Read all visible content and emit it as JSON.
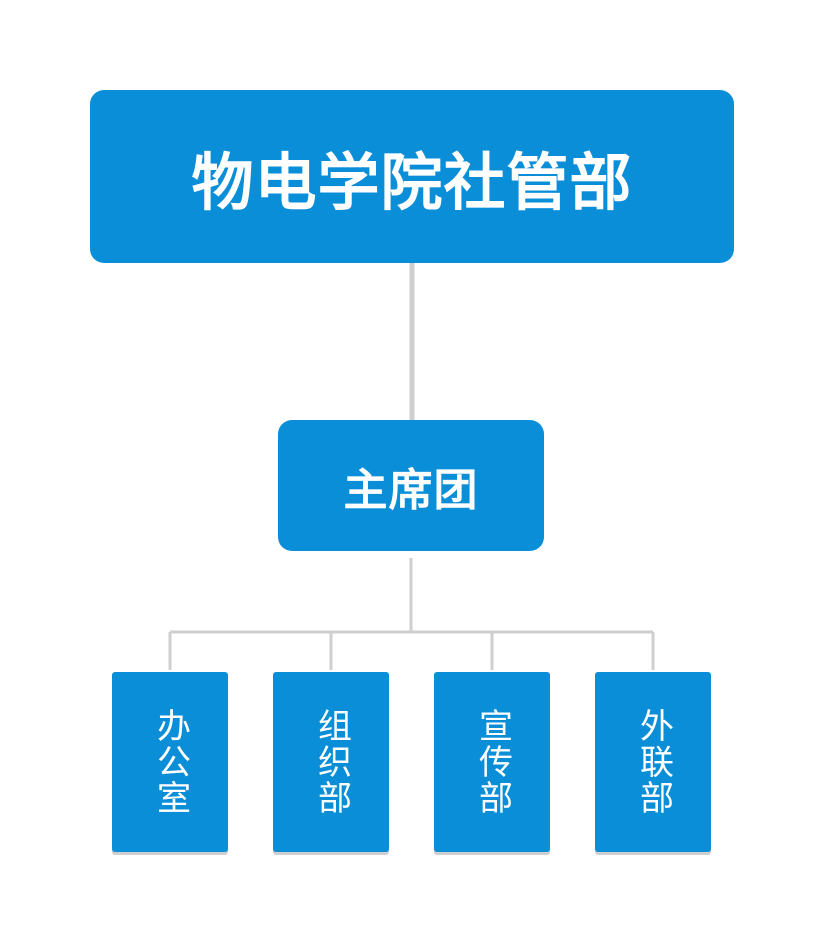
{
  "colors": {
    "node_fill": "#0b8ed8",
    "connector": "#cfcfcf",
    "text": "#ffffff"
  },
  "root": {
    "label": "物电学院社管部"
  },
  "middle": {
    "label": "主席团"
  },
  "departments": [
    {
      "label": "办公室"
    },
    {
      "label": "组织部"
    },
    {
      "label": "宣传部"
    },
    {
      "label": "外联部"
    }
  ]
}
